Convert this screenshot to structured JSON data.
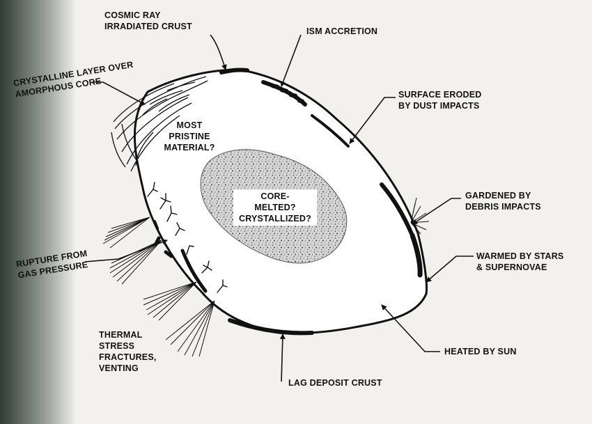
{
  "colors": {
    "ink": "#111111",
    "paper": "#f2f1ee",
    "edge_shadow": "#3c4a3e"
  },
  "labels": {
    "cosmic_ray": "COSMIC RAY\nIRRADIATED CRUST",
    "ism_accretion": "ISM ACCRETION",
    "crystalline": "CRYSTALLINE LAYER OVER\nAMORPHOUS CORE",
    "surface_eroded": "SURFACE ERODED\nBY DUST IMPACTS",
    "most_pristine": "MOST\nPRISTINE\nMATERIAL?",
    "core": "CORE-\nMELTED?\nCRYSTALLIZED?",
    "gardened": "GARDENED BY\nDEBRIS IMPACTS",
    "warmed": "WARMED BY STARS\n& SUPERNOVAE",
    "rupture": "RUPTURE FROM\nGAS PRESSURE",
    "heated": "HEATED BY SUN",
    "thermal": "THERMAL\nSTRESS\nFRACTURES,\nVENTING",
    "lag_deposit": "LAG DEPOSIT CRUST"
  }
}
